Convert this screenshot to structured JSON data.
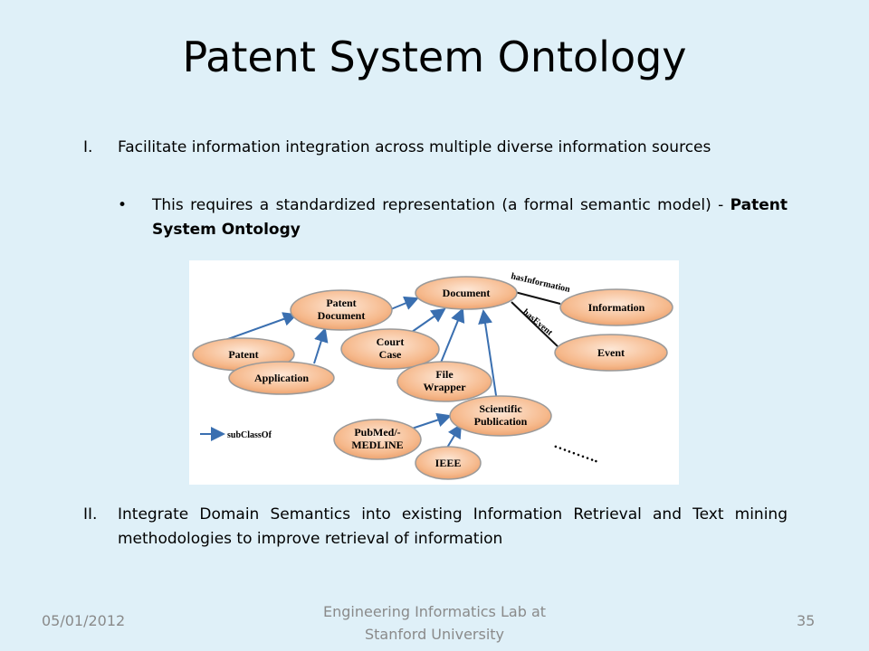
{
  "slide": {
    "title": "Patent System Ontology",
    "point1": {
      "number": "I.",
      "text": "Facilitate information integration across multiple diverse information sources"
    },
    "bullet1": {
      "text": "This requires a standardized representation (a formal semantic model) - ",
      "bold": "Patent System Ontology"
    },
    "point2": {
      "number": "II.",
      "text": "Integrate Domain Semantics into existing Information Retrieval and Text mining methodologies to improve retrieval of information"
    }
  },
  "diagram": {
    "nodes": {
      "patent": "Patent",
      "application": "Application",
      "patent_document_l1": "Patent",
      "patent_document_l2": "Document",
      "document": "Document",
      "court_case_l1": "Court",
      "court_case_l2": "Case",
      "file_wrapper_l1": "File",
      "file_wrapper_l2": "Wrapper",
      "scientific_l1": "Scientific",
      "scientific_l2": "Publication",
      "pubmed_l1": "PubMed/-",
      "pubmed_l2": "MEDLINE",
      "ieee": "IEEE",
      "information": "Information",
      "event": "Event"
    },
    "edge_labels": {
      "has_information": "hasInformation",
      "has_event": "hasEvent"
    },
    "legend": "subClassOf",
    "ellipsis": "……….",
    "colors": {
      "node_fill": "#f6b98c",
      "node_stroke": "#9a9a9a",
      "arrow": "#3a6fb0"
    }
  },
  "footer": {
    "date": "05/01/2012",
    "center_line1": "Engineering Informatics Lab at",
    "center_line2": "Stanford University",
    "page": "35"
  }
}
